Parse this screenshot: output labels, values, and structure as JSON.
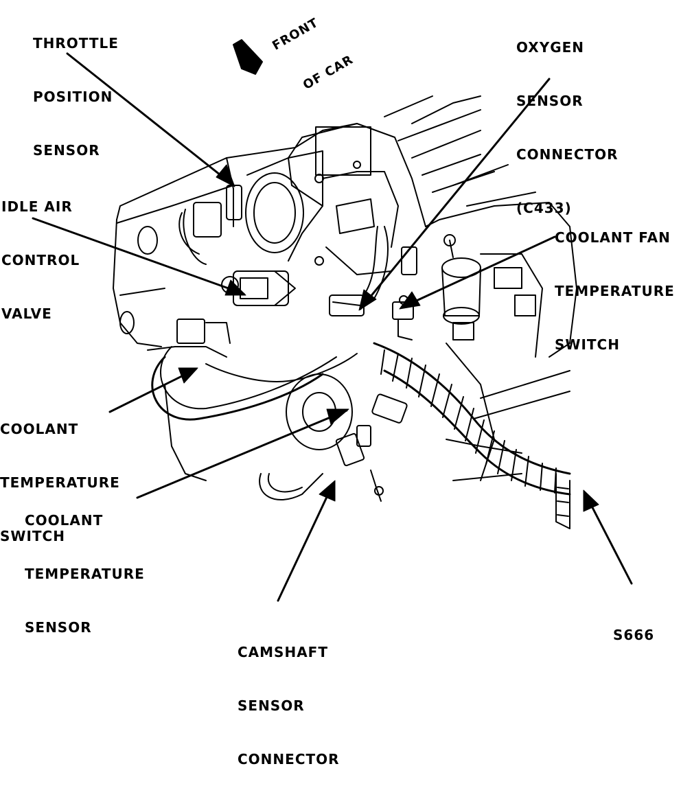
{
  "labels": {
    "throttle_position_sensor": [
      "THROTTLE",
      "POSITION",
      "SENSOR"
    ],
    "front_of_car": [
      "FRONT",
      "OF CAR"
    ],
    "oxygen_sensor_connector": [
      "OXYGEN",
      "SENSOR",
      "CONNECTOR",
      "(C433)"
    ],
    "idle_air_control_valve": [
      "IDLE AIR",
      "CONTROL",
      "VALVE"
    ],
    "coolant_fan_temperature_switch": [
      "COOLANT FAN",
      "TEMPERATURE",
      "SWITCH"
    ],
    "coolant_temperature_switch": [
      "COOLANT",
      "TEMPERATURE",
      "SWITCH"
    ],
    "coolant_temperature_sensor": [
      "COOLANT",
      "TEMPERATURE",
      "SENSOR"
    ],
    "camshaft_sensor_connector": [
      "CAMSHAFT",
      "SENSOR",
      "CONNECTOR"
    ],
    "s666": [
      "S666"
    ]
  },
  "colors": {
    "ink": "#000000",
    "paper": "#ffffff"
  }
}
